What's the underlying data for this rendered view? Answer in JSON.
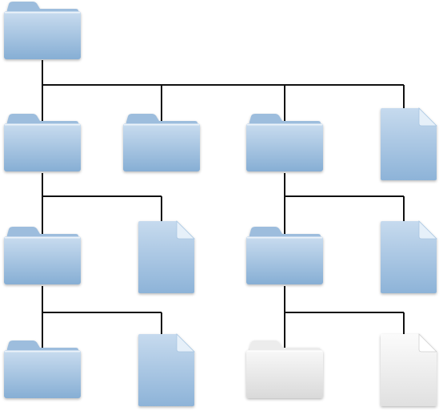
{
  "colors": {
    "folder_blue_light": "#c9dcef",
    "folder_blue_dark": "#86aed4",
    "folder_tab_blue": "#9dbddd",
    "file_blue_light": "#c6daee",
    "file_blue_dark": "#8db3d8",
    "folder_gray_light": "#f8f8f8",
    "folder_gray_dark": "#d9d9d9",
    "file_gray_light": "#fbfbfb",
    "file_gray_dark": "#e0e0e0",
    "connector": "#111111",
    "background": "#ffffff"
  },
  "nodes": [
    {
      "id": "root",
      "kind": "folder",
      "style": "blue",
      "icon": "folder-icon"
    },
    {
      "id": "l1-folder-a",
      "kind": "folder",
      "style": "blue",
      "icon": "folder-icon",
      "parent": "root"
    },
    {
      "id": "l1-folder-b",
      "kind": "folder",
      "style": "blue",
      "icon": "folder-icon",
      "parent": "root"
    },
    {
      "id": "l1-folder-c",
      "kind": "folder",
      "style": "blue",
      "icon": "folder-icon",
      "parent": "root"
    },
    {
      "id": "l1-file-d",
      "kind": "file",
      "style": "blue",
      "icon": "document-icon",
      "parent": "root"
    },
    {
      "id": "l2-folder-a1",
      "kind": "folder",
      "style": "blue",
      "icon": "folder-icon",
      "parent": "l1-folder-a"
    },
    {
      "id": "l2-file-a2",
      "kind": "file",
      "style": "blue",
      "icon": "document-icon",
      "parent": "l1-folder-a"
    },
    {
      "id": "l2-folder-c1",
      "kind": "folder",
      "style": "blue",
      "icon": "folder-icon",
      "parent": "l1-folder-c"
    },
    {
      "id": "l2-file-c2",
      "kind": "file",
      "style": "blue",
      "icon": "document-icon",
      "parent": "l1-folder-c"
    },
    {
      "id": "l3-folder-a1a",
      "kind": "folder",
      "style": "blue",
      "icon": "folder-icon",
      "parent": "l2-folder-a1"
    },
    {
      "id": "l3-file-a1b",
      "kind": "file",
      "style": "blue",
      "icon": "document-icon",
      "parent": "l2-folder-a1"
    },
    {
      "id": "l3-folder-c1a",
      "kind": "folder",
      "style": "gray",
      "icon": "folder-icon",
      "parent": "l2-folder-c1"
    },
    {
      "id": "l3-file-c1b",
      "kind": "file",
      "style": "gray",
      "icon": "document-icon",
      "parent": "l2-folder-c1"
    }
  ]
}
